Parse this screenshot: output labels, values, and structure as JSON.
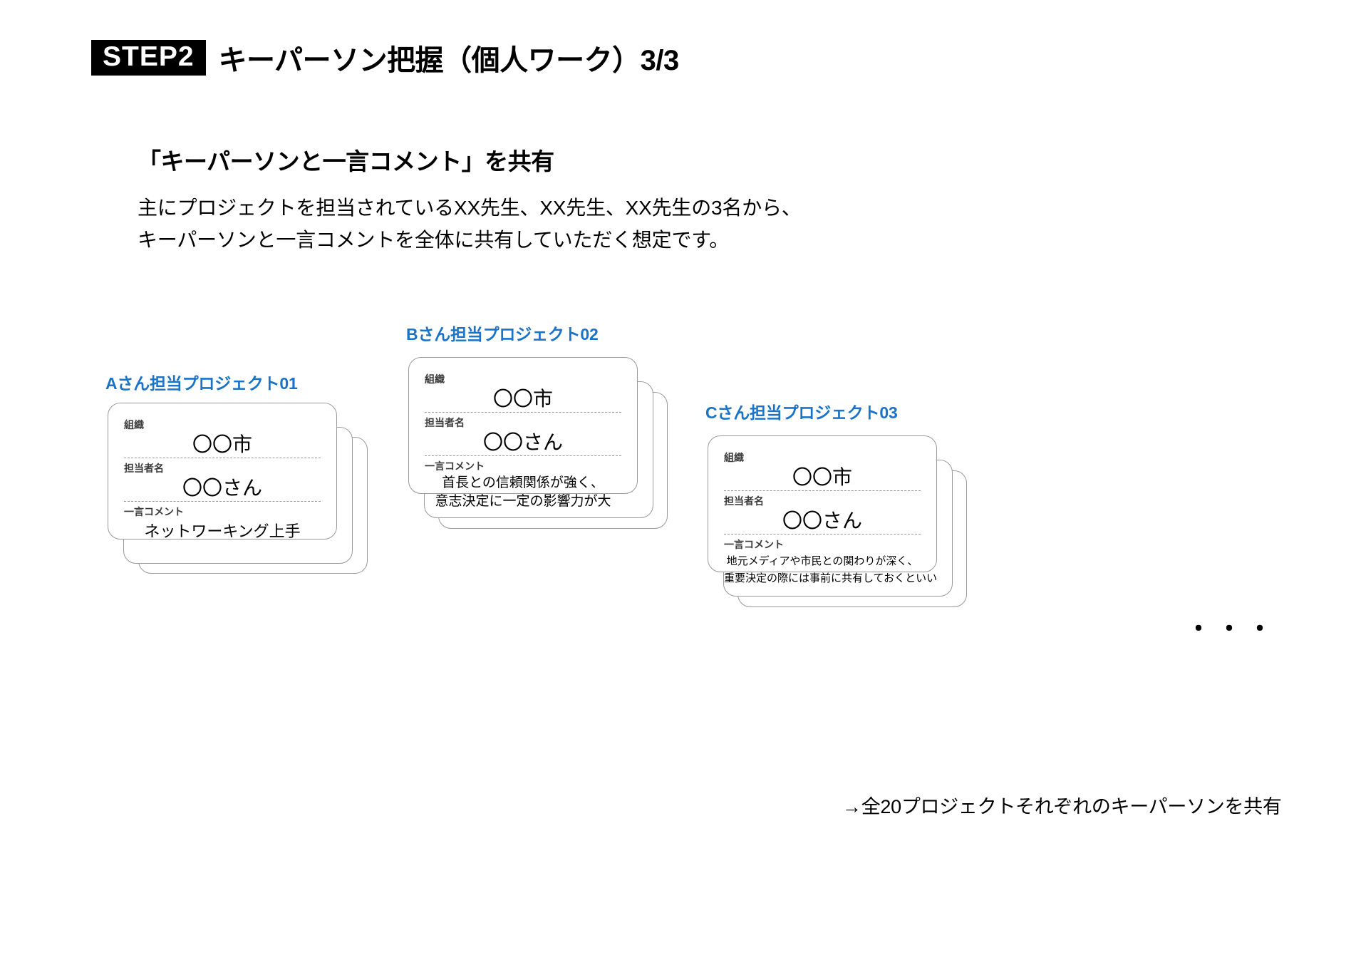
{
  "header": {
    "step_badge": "STEP2",
    "title": "キーパーソン把握（個人ワーク）3/3"
  },
  "lead": {
    "heading": "「キーパーソンと一言コメント」を共有",
    "line1": "主にプロジェクトを担当されているXX先生、XX先生、XX先生の3名から、",
    "line2": "キーパーソンと一言コメントを全体に共有していただく想定です。"
  },
  "card_fields": {
    "organization_label": "組織",
    "person_label": "担当者名",
    "comment_label": "一言コメント"
  },
  "groups": [
    {
      "label": "Aさん担当プロジェクト01",
      "organization": "〇〇市",
      "person": "〇〇さん",
      "comment_lines": [
        "ネットワーキング上手"
      ]
    },
    {
      "label": "Bさん担当プロジェクト02",
      "organization": "〇〇市",
      "person": "〇〇さん",
      "comment_lines": [
        "首長との信頼関係が強く、",
        "意志決定に一定の影響力が大"
      ]
    },
    {
      "label": "Cさん担当プロジェクト03",
      "organization": "〇〇市",
      "person": "〇〇さん",
      "comment_lines": [
        "地元メディアや市民との関わりが深く、",
        "重要決定の際には事前に共有しておくといい"
      ]
    }
  ],
  "ellipsis": "・・・",
  "footer_note": "→全20プロジェクトそれぞれのキーパーソンを共有",
  "colors": {
    "group_label": "#1a73c7",
    "badge_bg": "#000000",
    "card_border": "#9a9a9a"
  }
}
